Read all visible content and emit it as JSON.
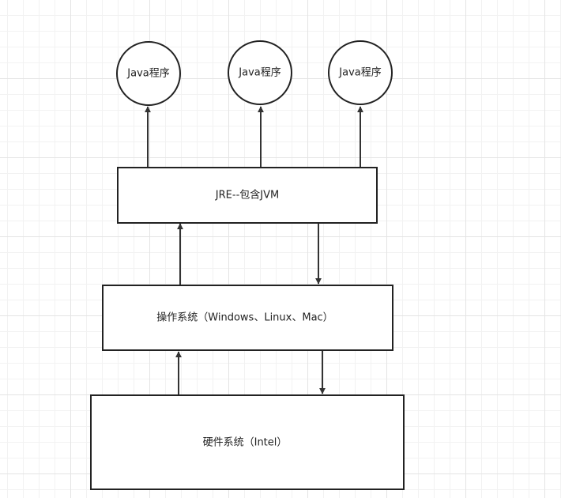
{
  "nodes": {
    "java_program_1": {
      "label": "Java程序"
    },
    "java_program_2": {
      "label": "Java程序"
    },
    "java_program_3": {
      "label": "Java程序"
    },
    "jre": {
      "label": "JRE--包含JVM"
    },
    "os": {
      "label": "操作系统（Windows、Linux、Mac）"
    },
    "hardware": {
      "label": "硬件系统（Intel）"
    }
  },
  "edges": [
    {
      "from": "jre",
      "to": "java_program_1"
    },
    {
      "from": "jre",
      "to": "java_program_2"
    },
    {
      "from": "jre",
      "to": "java_program_3"
    },
    {
      "from": "os",
      "to": "jre"
    },
    {
      "from": "jre",
      "to": "os"
    },
    {
      "from": "hardware",
      "to": "os"
    },
    {
      "from": "os",
      "to": "hardware"
    }
  ],
  "colors": {
    "stroke": "#222222",
    "edge": "#333333",
    "background": "#ffffff",
    "grid": "#e4e4e4"
  }
}
